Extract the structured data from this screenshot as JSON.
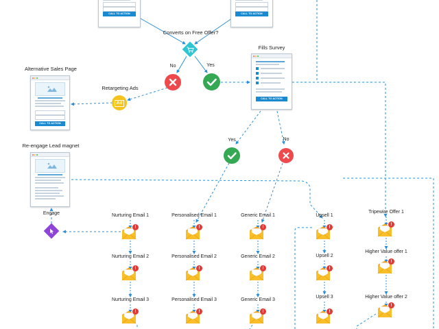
{
  "labels": {
    "converts_question": "Converts on Free Offer?",
    "no_1": "No",
    "yes_1": "Yes",
    "fills_survey": "Fills Survey",
    "alternative_sales_page": "Alternative Sales Page",
    "retargeting_ads": "Retargeting Ads",
    "reengage_lead_magnet": "Re-engage Lead magnet",
    "yes_2": "Yes",
    "no_2": "No",
    "engage": "Engage"
  },
  "buttons": {
    "call_to_action": "CALL TO ACTION"
  },
  "badges": {
    "ad": "Ad",
    "notification": "!"
  },
  "email_columns": [
    {
      "name": "nurturing",
      "items": [
        "Nurturing Email 1",
        "Nurturing Email 2",
        "Nurturing Email 3"
      ]
    },
    {
      "name": "personalised",
      "items": [
        "Personalised Email 1",
        "Personalised Email 2",
        "Personalised Email 3"
      ]
    },
    {
      "name": "generic",
      "items": [
        "Generic Email 1",
        "Generic Email 2",
        "Generic Email 3"
      ]
    },
    {
      "name": "upsell",
      "items": [
        "Upsell 1",
        "Upsell 2",
        "Upsell 3"
      ]
    },
    {
      "name": "tripwire",
      "items": [
        "Tripewire Offer 1",
        "Higher Value offer 1",
        "Higher Value offer 2"
      ]
    }
  ],
  "icons": {
    "cart": "shopping-cart-icon",
    "check": "checkmark-icon",
    "cross": "cross-icon",
    "ad": "ad-badge-icon",
    "engage": "pointer-click-icon",
    "email": "envelope-icon"
  },
  "colors": {
    "connector": "#2a8fd8",
    "cart": "#2fc6d4",
    "yes": "#35a853",
    "no": "#ee4a4e",
    "ad": "#f6c21c",
    "engage": "#8e44d9",
    "envelope": "#f6b21a",
    "notification": "#e53935",
    "cta": "#1a8ad0"
  }
}
